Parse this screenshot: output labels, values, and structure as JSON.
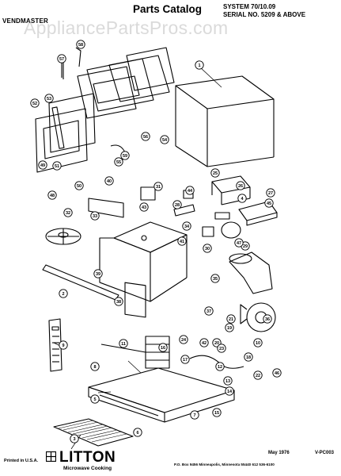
{
  "header": {
    "brand": "VENDMASTER",
    "title": "Parts Catalog",
    "system": "SYSTEM 70/10.09",
    "serial": "SERIAL NO. 5209 & ABOVE"
  },
  "watermark": "AppliancePartsPros.com",
  "footer": {
    "printed": "Printed in U.S.A.",
    "logo_text": "LITTON",
    "logo_sub": "Microwave Cooking",
    "date": "May 1976",
    "doc_no": "V-PC003",
    "address": "P.O. Box 9456  Minneapolis, Minnesota 55440  612 536-6100"
  },
  "callouts": [
    "1",
    "2",
    "3",
    "4",
    "5",
    "6",
    "7",
    "8",
    "9",
    "10",
    "11",
    "12",
    "13",
    "14",
    "15",
    "16",
    "17",
    "18",
    "19",
    "20",
    "21",
    "22",
    "23",
    "24",
    "25",
    "26",
    "27",
    "28",
    "29",
    "30",
    "31",
    "32",
    "33",
    "34",
    "35",
    "36",
    "37",
    "38",
    "39",
    "40",
    "41",
    "42",
    "43",
    "44",
    "45",
    "46",
    "47",
    "48",
    "49",
    "50",
    "51",
    "52",
    "53",
    "54",
    "55",
    "56",
    "57",
    "58",
    "59"
  ],
  "colors": {
    "ink": "#000000",
    "watermark": "#8c8c8c",
    "paper": "#ffffff"
  }
}
